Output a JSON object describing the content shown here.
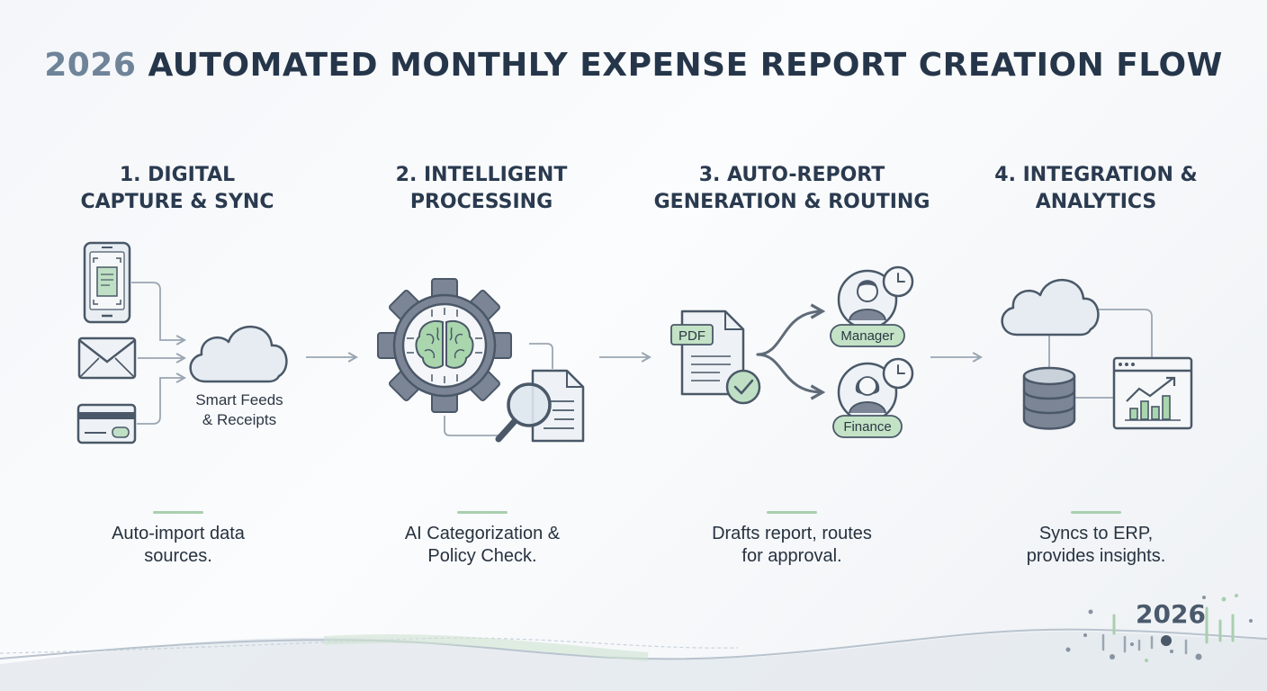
{
  "title": {
    "year": "2026",
    "text": "AUTOMATED MONTHLY EXPENSE REPORT CREATION FLOW"
  },
  "steps": [
    {
      "heading_line1": "1. DIGITAL",
      "heading_line2": "CAPTURE & SYNC",
      "node_label_line1": "Smart Feeds",
      "node_label_line2": "& Receipts",
      "caption_line1": "Auto-import data",
      "caption_line2": "sources."
    },
    {
      "heading_line1": "2. INTELLIGENT",
      "heading_line2": "PROCESSING",
      "caption_line1": "AI Categorization &",
      "caption_line2": "Policy Check."
    },
    {
      "heading_line1": "3. AUTO-REPORT",
      "heading_line2": "GENERATION & ROUTING",
      "document_tag": "PDF",
      "approver_1": "Manager",
      "approver_2": "Finance",
      "caption_line1": "Drafts report, routes",
      "caption_line2": "for approval."
    },
    {
      "heading_line1": "4. INTEGRATION &",
      "heading_line2": "ANALYTICS",
      "caption_line1": "Syncs to ERP,",
      "caption_line2": "provides insights."
    }
  ],
  "badge": {
    "year": "2026"
  },
  "icons": {
    "step1": [
      "smartphone-receipt-icon",
      "envelope-icon",
      "credit-card-icon",
      "cloud-icon"
    ],
    "step2": [
      "gear-brain-icon",
      "magnifier-document-icon"
    ],
    "step3": [
      "pdf-document-icon",
      "checkmark-icon",
      "manager-avatar-icon",
      "finance-avatar-icon",
      "clock-icon"
    ],
    "step4": [
      "cloud-icon",
      "database-icon",
      "analytics-window-icon"
    ]
  },
  "colors": {
    "title": "#26364a",
    "title_year": "#6f8499",
    "accent_green": "#a9cfae",
    "icon_stroke": "#4a5868",
    "gear": "#7c8595"
  }
}
